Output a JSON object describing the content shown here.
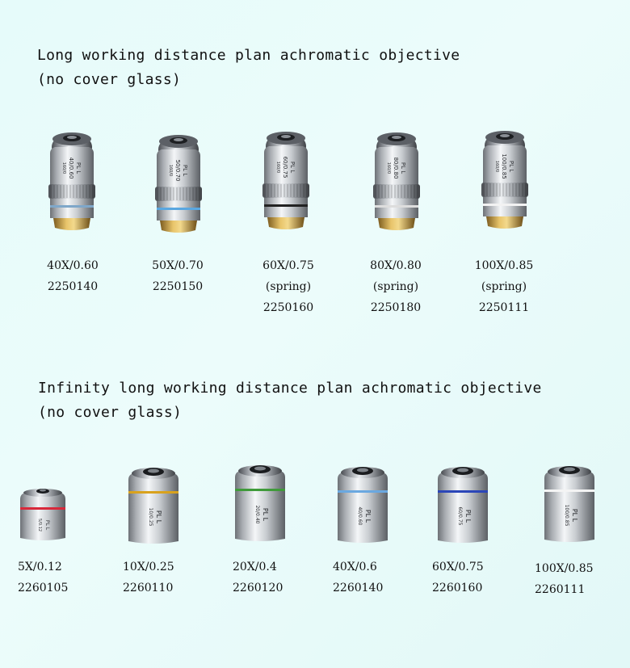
{
  "sections": [
    {
      "title_line1": "Long working distance plan achromatic objective",
      "title_line2": "(no cover glass)",
      "items": [
        {
          "mag": "40X/0.60",
          "note": "",
          "code": "2250140",
          "engraving_top": "PL L",
          "engraving_mid": "40/0.60",
          "engraving_low": "160/0",
          "ring": "#7fa7c9"
        },
        {
          "mag": "50X/0.70",
          "note": "",
          "code": "2250150",
          "engraving_top": "PL L",
          "engraving_mid": "50/0.70",
          "engraving_low": "160/0",
          "ring": "#5aa7e0"
        },
        {
          "mag": "60X/0.75",
          "note": "(spring)",
          "code": "2250160",
          "engraving_top": "PL L",
          "engraving_mid": "60/0.75",
          "engraving_low": "160/0",
          "ring": "#222222"
        },
        {
          "mag": "80X/0.80",
          "note": "(spring)",
          "code": "2250180",
          "engraving_top": "PL L",
          "engraving_mid": "80/0.80",
          "engraving_low": "160/0",
          "ring": "#dddddd"
        },
        {
          "mag": "100X/0.85",
          "note": "(spring)",
          "code": "2250111",
          "engraving_top": "PL L",
          "engraving_mid": "100/0.85",
          "engraving_low": "160/0",
          "ring": "#f2f2f2"
        }
      ]
    },
    {
      "title_line1": "Infinity long working distance plan achromatic objective",
      "title_line2": "(no cover glass)",
      "items": [
        {
          "mag": "5X/0.12",
          "code": "2260105",
          "engraving_top": "PL L",
          "engraving_mid": "5/0.12",
          "engraving_low": "",
          "ring": "#d8283a"
        },
        {
          "mag": "10X/0.25",
          "code": "2260110",
          "engraving_top": "PL L",
          "engraving_mid": "10/0.25",
          "engraving_low": "",
          "ring": "#d9a21d"
        },
        {
          "mag": "20X/0.4",
          "code": "2260120",
          "engraving_top": "PL L",
          "engraving_mid": "20/0.40",
          "engraving_low": "",
          "ring": "#3f9a3a"
        },
        {
          "mag": "40X/0.6",
          "code": "2260140",
          "engraving_top": "PL L",
          "engraving_mid": "40/0.60",
          "engraving_low": "",
          "ring": "#6aa8e0"
        },
        {
          "mag": "60X/0.75",
          "code": "2260160",
          "engraving_top": "PL L",
          "engraving_mid": "60/0.75",
          "engraving_low": "",
          "ring": "#2b46b8"
        },
        {
          "mag": "100X/0.85",
          "code": "2260111",
          "engraving_top": "PL L",
          "engraving_mid": "100/0.85",
          "engraving_low": "",
          "ring": "#f4f4f4"
        }
      ]
    }
  ]
}
